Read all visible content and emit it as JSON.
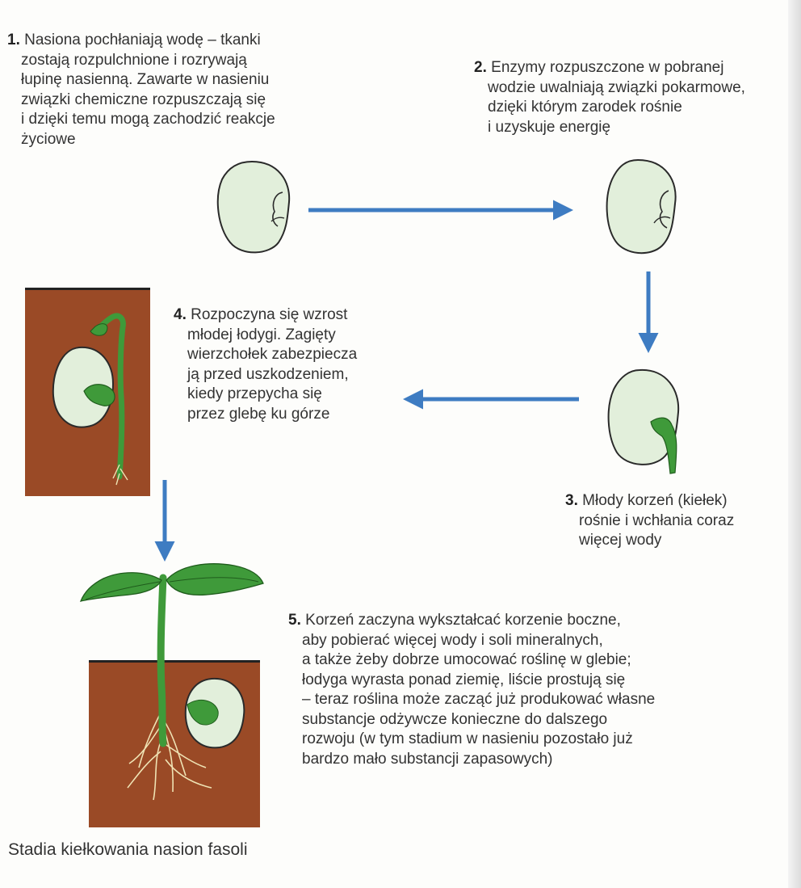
{
  "colors": {
    "soil": "#9a4a26",
    "soil_dark": "#7a3818",
    "arrow": "#3e7cc2",
    "plant_green": "#3f9a3a",
    "seed_fill": "#e2efdb",
    "root": "#efe3b4"
  },
  "stages": [
    {
      "number": "1.",
      "lines": [
        "Nasiona pochłaniają wodę – tkanki",
        "zostają rozpulchnione i rozrywają",
        "łupinę nasienną. Zawarte w nasieniu",
        "związki chemiczne rozpuszczają się",
        "i dzięki temu mogą zachodzić reakcje",
        "życiowe"
      ]
    },
    {
      "number": "2.",
      "lines": [
        "Enzymy rozpuszczone w pobranej",
        "wodzie uwalniają związki pokarmowe,",
        "dzięki którym zarodek rośnie",
        "i uzyskuje energię"
      ]
    },
    {
      "number": "3.",
      "lines": [
        "Młody korzeń (kiełek)",
        "rośnie i wchłania coraz",
        "więcej wody"
      ]
    },
    {
      "number": "4.",
      "lines": [
        "Rozpoczyna się wzrost",
        "młodej łodygi. Zagięty",
        "wierzchołek zabezpiecza",
        "ją przed uszkodzeniem,",
        "kiedy przepycha się",
        "przez glebę ku górze"
      ]
    },
    {
      "number": "5.",
      "lines": [
        "Korzeń zaczyna wykształcać korzenie boczne,",
        "aby pobierać więcej wody i soli mineralnych,",
        "a także żeby dobrze umocować roślinę w glebie;",
        "łodyga wyrasta ponad ziemię, liście prostują się",
        "– teraz roślina może zacząć już produkować własne",
        "substancje odżywcze konieczne do dalszego",
        "rozwoju (w tym stadium w nasieniu pozostało już",
        "bardzo mało substancji zapasowych)"
      ]
    }
  ],
  "caption": "Stadia kiełkowania nasion fasoli"
}
